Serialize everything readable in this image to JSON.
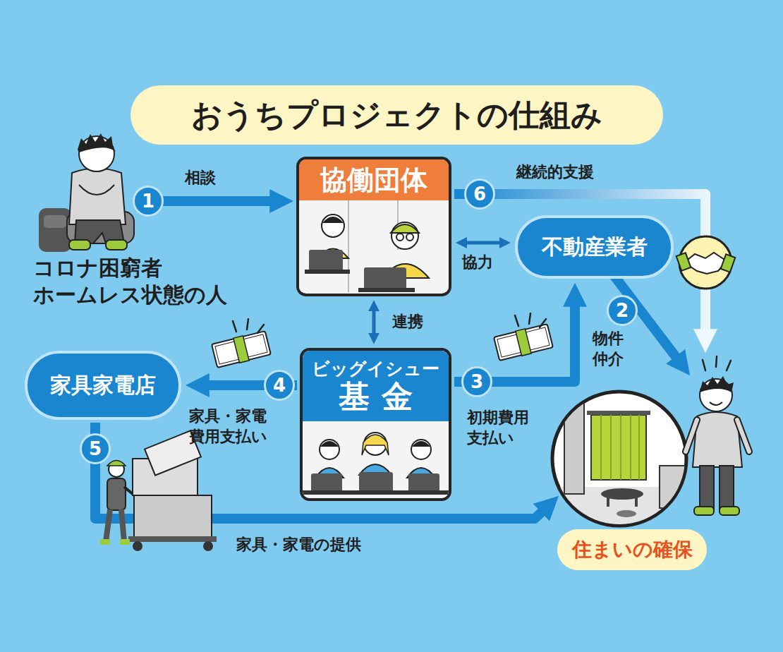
{
  "diagram": {
    "title": "おうちプロジェクトの仕組み",
    "nodes": [
      {
        "text": [
          "コロナ困窮者 ホームレス状態の人"
        ]
      },
      {
        "text": [
          "協働団体"
        ]
      },
      {
        "text": [
          "不動産業者"
        ]
      },
      {
        "text": [
          "ビッグイシュー",
          "基金"
        ]
      },
      {
        "text": [
          "家具家電店"
        ]
      },
      {
        "text": [
          "住まいの確保"
        ]
      }
    ],
    "edges": [
      {
        "from": 0,
        "to": 1,
        "label": "相談",
        "arrow": "to"
      },
      {
        "from": 1,
        "to": 5,
        "label": "継続的支援",
        "arrow": "to"
      },
      {
        "from": 1,
        "to": 2,
        "label": "協力",
        "arrow": "both"
      },
      {
        "from": 1,
        "to": 3,
        "label": "連携",
        "arrow": "both"
      },
      {
        "from": 3,
        "to": 2,
        "label": "初期費用 支払い",
        "arrow": "to"
      },
      {
        "from": 2,
        "to": 5,
        "label": "物件 仲介",
        "arrow": "to"
      },
      {
        "from": 3,
        "to": 4,
        "label": "家具・家電 費用支払い",
        "arrow": "to"
      },
      {
        "from": 4,
        "to": 5,
        "label": "家具・家電の提供",
        "arrow": "to"
      }
    ],
    "labels": [
      "1",
      "2",
      "3",
      "4",
      "5",
      "6"
    ]
  }
}
